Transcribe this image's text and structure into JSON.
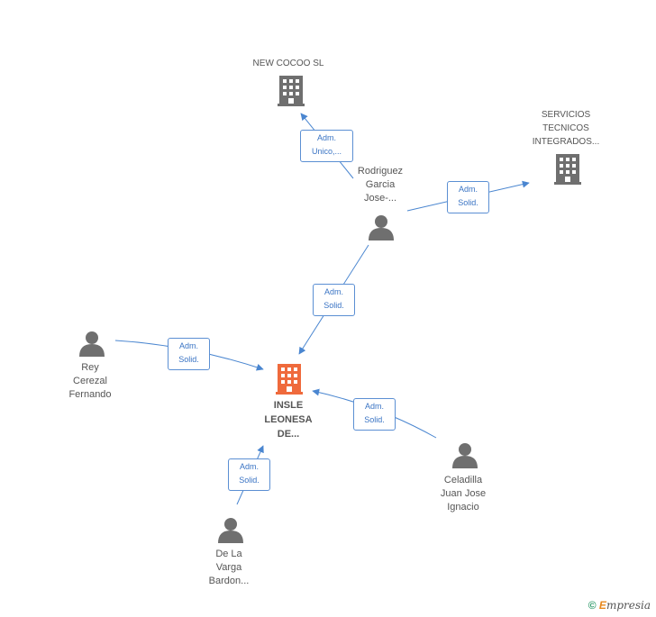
{
  "nodes": {
    "new_cocoo": {
      "lines": [
        "NEW COCOO SL"
      ]
    },
    "servicios": {
      "lines": [
        "SERVICIOS",
        "TECNICOS",
        "INTEGRADOS..."
      ]
    },
    "rodriguez": {
      "lines": [
        "Rodriguez",
        "Garcia",
        "Jose-..."
      ]
    },
    "rey": {
      "lines": [
        "Rey",
        "Cerezal",
        "Fernando"
      ]
    },
    "insle": {
      "lines": [
        "INSLE",
        "LEONESA",
        "DE..."
      ]
    },
    "celadilla": {
      "lines": [
        "Celadilla",
        "Juan Jose",
        "Ignacio"
      ]
    },
    "delavarga": {
      "lines": [
        "De La",
        "Varga",
        "Bardon..."
      ]
    }
  },
  "edges": {
    "rodriguez_newcocoo": {
      "lines": [
        "Adm.",
        "Unico,..."
      ]
    },
    "rodriguez_servicios": {
      "lines": [
        "Adm.",
        "Solid."
      ]
    },
    "rodriguez_insle": {
      "lines": [
        "Adm.",
        "Solid."
      ]
    },
    "rey_insle": {
      "lines": [
        "Adm.",
        "Solid."
      ]
    },
    "celadilla_insle": {
      "lines": [
        "Adm.",
        "Solid."
      ]
    },
    "delavarga_insle": {
      "lines": [
        "Adm.",
        "Solid."
      ]
    }
  },
  "footer": {
    "copyright": "©",
    "brand_initial": "E",
    "brand_rest": "mpresia"
  },
  "colors": {
    "edge": "#4a86d0",
    "company_icon": "#6f6f6f",
    "main_company_icon": "#ef6a3c",
    "person_icon": "#6f6f6f"
  }
}
